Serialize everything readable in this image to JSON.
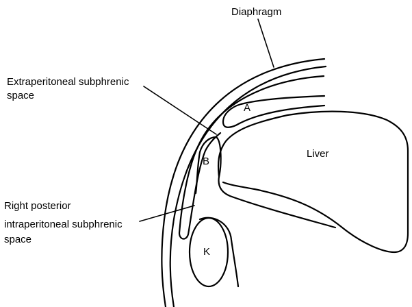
{
  "labels": {
    "diaphragm": "Diaphragm",
    "extraperitoneal_line1": "Extraperitoneal subphrenic",
    "extraperitoneal_line2": "space",
    "posterior_line1": "Right posterior",
    "posterior_line2": "intraperitoneal subphrenic",
    "posterior_line3": "space",
    "liver": "Liver",
    "a": "A",
    "b": "B",
    "k": "K"
  }
}
